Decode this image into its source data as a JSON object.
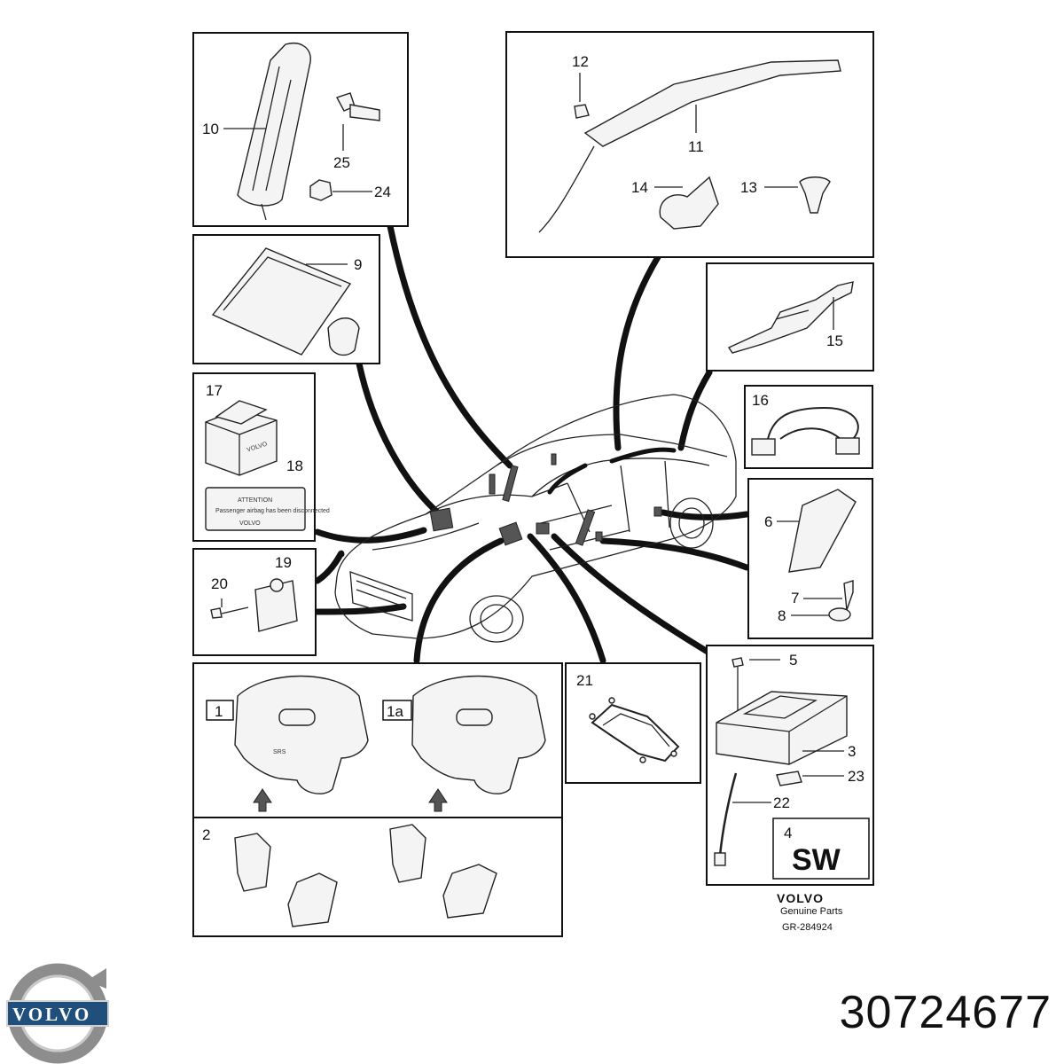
{
  "labels": {
    "p1": "1",
    "p1a": "1a",
    "p2": "2",
    "p3": "3",
    "p4": "4",
    "p5": "5",
    "p6": "6",
    "p7": "7",
    "p8": "8",
    "p9": "9",
    "p10": "10",
    "p11": "11",
    "p12": "12",
    "p13": "13",
    "p14": "14",
    "p15": "15",
    "p16": "16",
    "p17": "17",
    "p18": "18",
    "p19": "19",
    "p20": "20",
    "p21": "21",
    "p22": "22",
    "p23": "23",
    "p24": "24",
    "p25": "25"
  },
  "sticker": {
    "title": "ATTENTION",
    "text": "Passenger airbag has been disconnected",
    "brand": "VOLVO"
  },
  "box_brand": "VOLVO",
  "sw_badge": "SW",
  "hub_text": "SRS",
  "footer": {
    "brand": "VOLVO",
    "genuine": "Genuine Parts",
    "ref": "GR-284924"
  },
  "logo_text": "VOLVO",
  "part_number": "30724677"
}
